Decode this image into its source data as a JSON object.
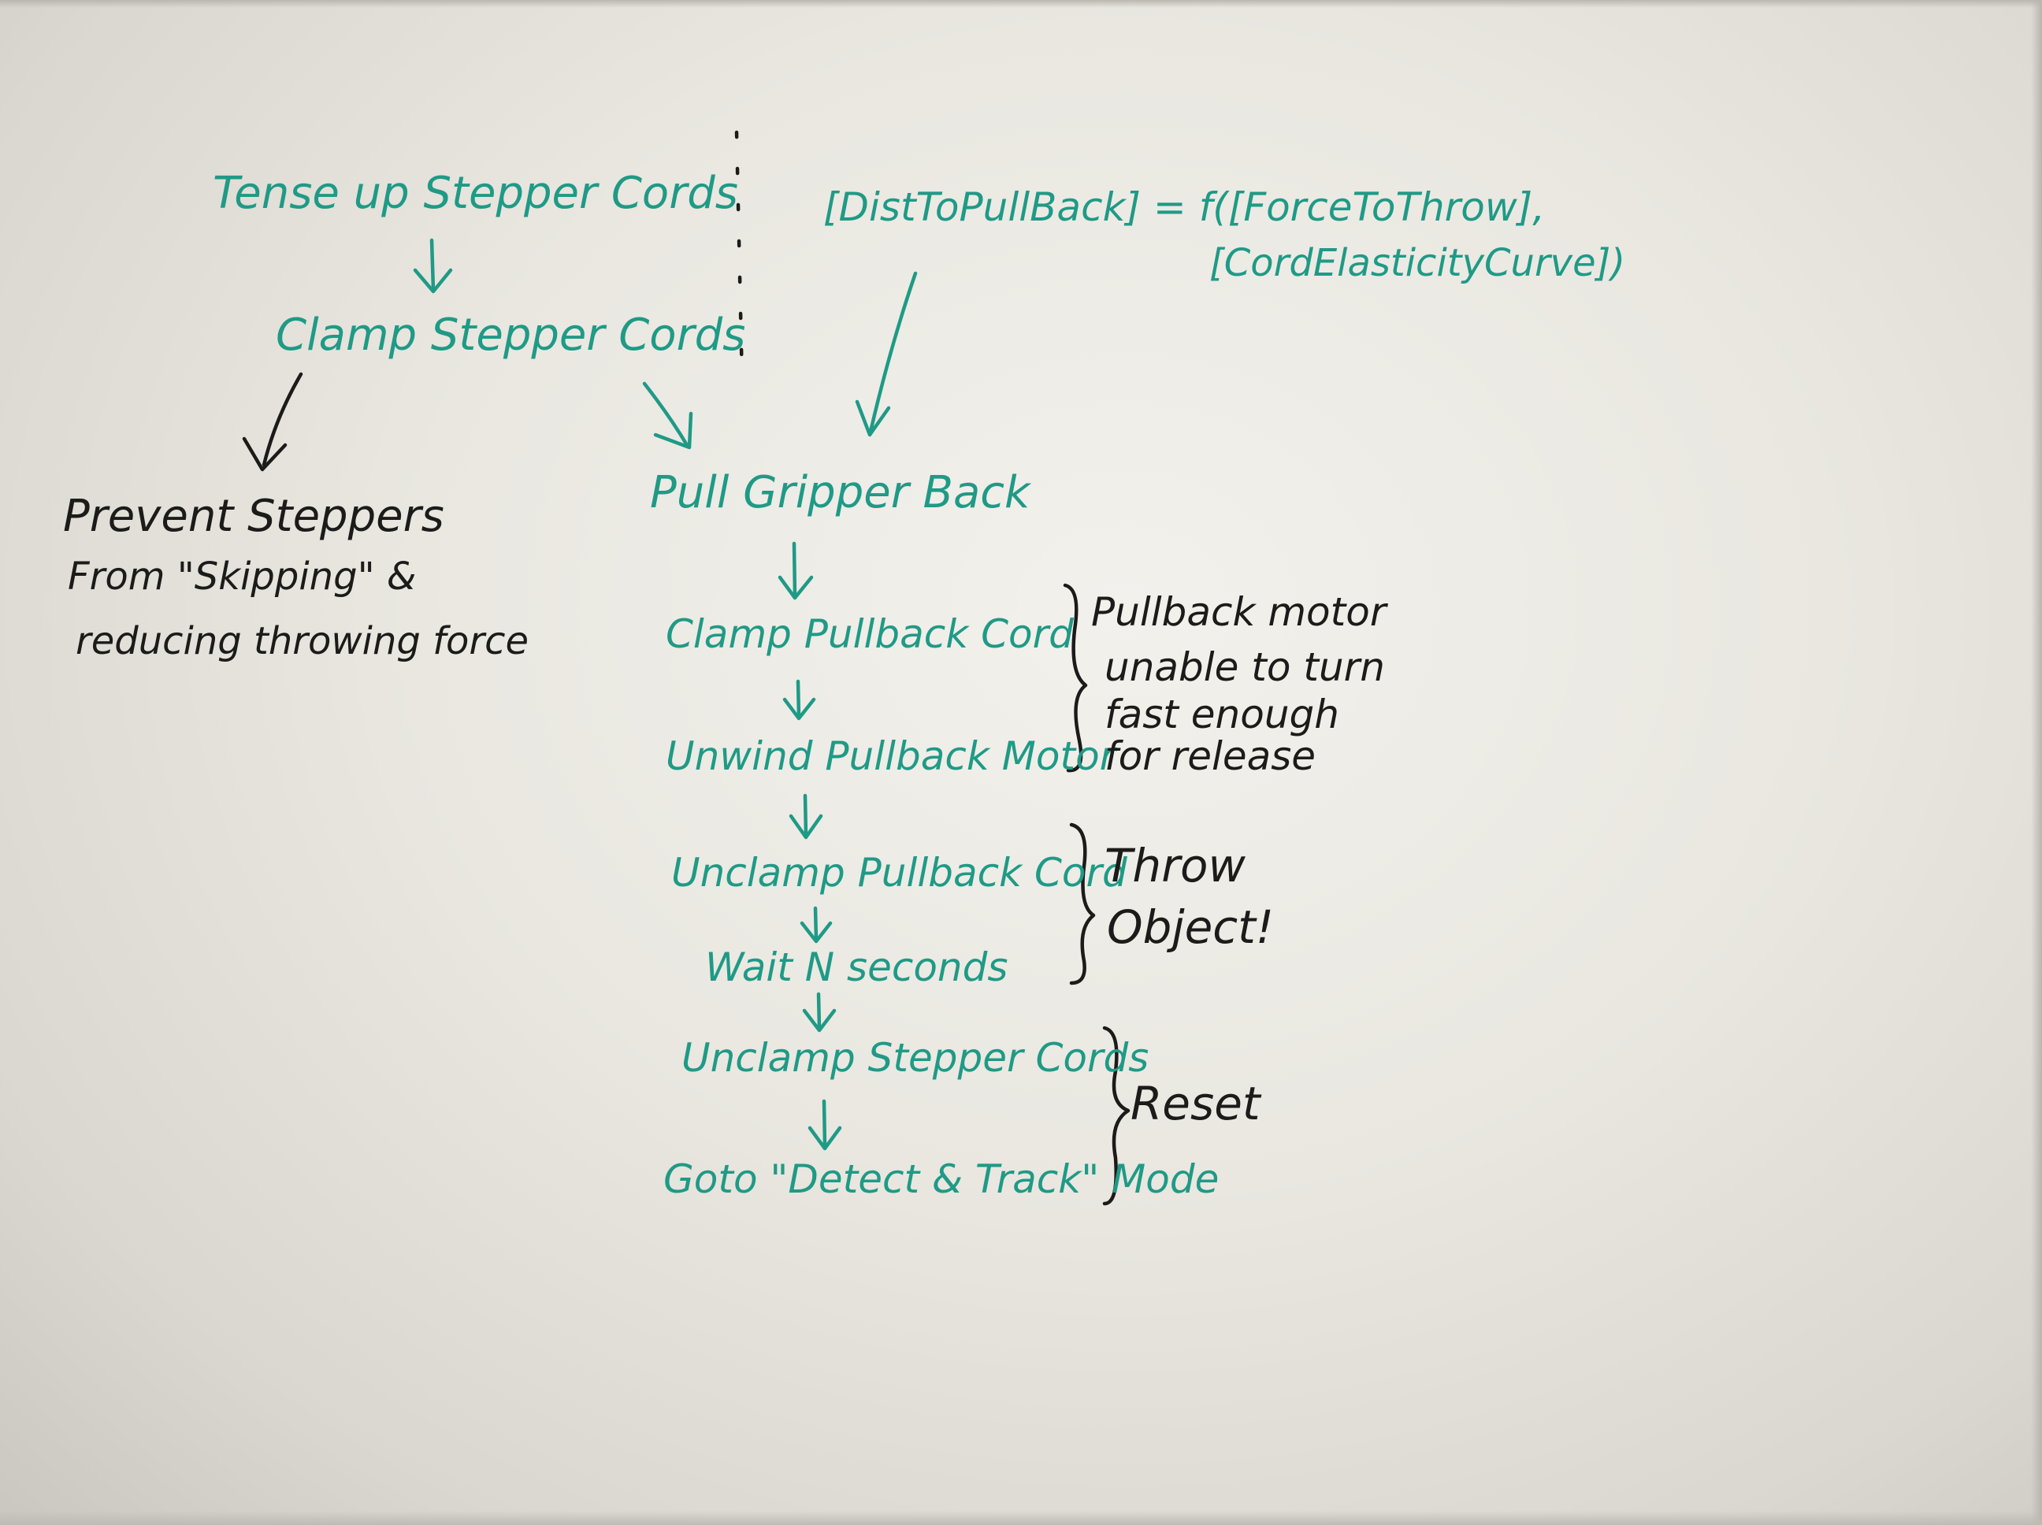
{
  "colors": {
    "board": "#ecebe5",
    "green_marker": "#1f9a86",
    "black_marker": "#1c1b1a"
  },
  "left_flow": {
    "tense": "Tense up Stepper Cords",
    "clamp": "Clamp Stepper Cords"
  },
  "prevent_note": {
    "line1": "Prevent Steppers",
    "line2": "From \"Skipping\" &",
    "line3": "reducing throwing force"
  },
  "formula": {
    "line1": "[DistToPullBack] = f([ForceToThrow],",
    "line2": "[CordElasticityCurve])"
  },
  "main_flow": {
    "pull_gripper": "Pull Gripper Back",
    "clamp_pullback": "Clamp Pullback Cord",
    "unwind_motor": "Unwind Pullback Motor",
    "unclamp_pullback": "Unclamp Pullback Cord",
    "wait": "Wait N seconds",
    "unclamp_steppers": "Unclamp Stepper Cords",
    "goto": "Goto \"Detect & Track\" Mode"
  },
  "annotations": {
    "pullback_line1": "Pullback motor",
    "pullback_line2": "unable to turn",
    "pullback_line3": "fast enough",
    "pullback_line4": "for release",
    "throw_line1": "Throw",
    "throw_line2": "Object!",
    "reset": "Reset"
  }
}
